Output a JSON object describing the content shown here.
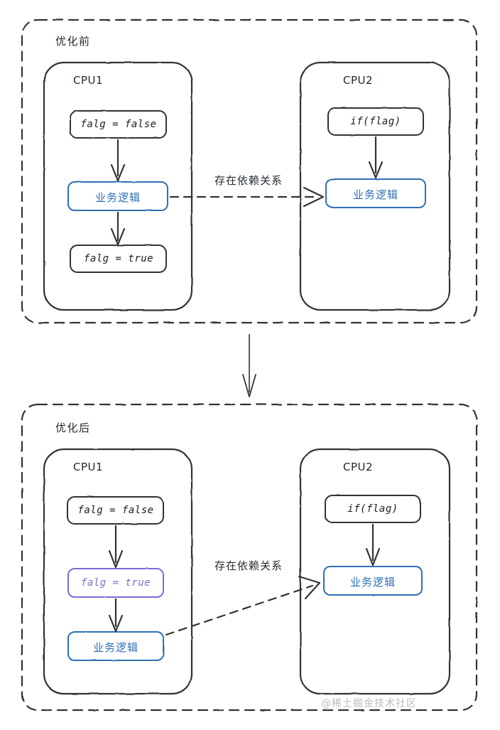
{
  "diagram": {
    "title_before": "优化前",
    "title_after": "优化后",
    "watermark": "@稀土掘金技术社区",
    "colors": {
      "stroke": "#333333",
      "blue": "#2f6fb5",
      "purple": "#7b6ad8",
      "dashed": "#333333",
      "watermark": "#b8bcc2"
    }
  },
  "sections": [
    {
      "name": "before",
      "title": "优化前",
      "edge_label": "存在依赖关系",
      "cpus": [
        {
          "name": "CPU1",
          "label": "CPU1",
          "nodes": [
            {
              "text": "falg = false",
              "style": "mono"
            },
            {
              "text": "业务逻辑",
              "style": "blue"
            },
            {
              "text": "falg = true",
              "style": "mono"
            }
          ]
        },
        {
          "name": "CPU2",
          "label": "CPU2",
          "nodes": [
            {
              "text": "if(flag)",
              "style": "mono"
            },
            {
              "text": "业务逻辑",
              "style": "blue"
            }
          ]
        }
      ]
    },
    {
      "name": "after",
      "title": "优化后",
      "edge_label": "存在依赖关系",
      "cpus": [
        {
          "name": "CPU1",
          "label": "CPU1",
          "nodes": [
            {
              "text": "falg = false",
              "style": "mono"
            },
            {
              "text": "falg = true",
              "style": "purple"
            },
            {
              "text": "业务逻辑",
              "style": "blue"
            }
          ]
        },
        {
          "name": "CPU2",
          "label": "CPU2",
          "nodes": [
            {
              "text": "if(flag)",
              "style": "mono"
            },
            {
              "text": "业务逻辑",
              "style": "blue"
            }
          ]
        }
      ]
    }
  ]
}
